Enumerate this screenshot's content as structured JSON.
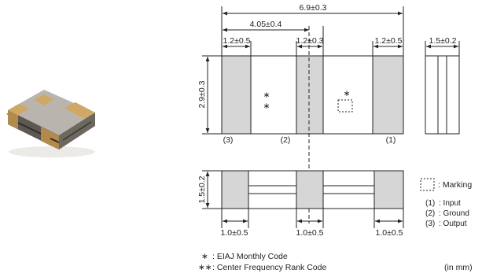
{
  "dimensions": {
    "overall_length": "6.9±0.3",
    "center_offset": "4.05±0.4",
    "electrode_left_width": "1.2±0.5",
    "electrode_center_width": "1.2±0.3",
    "electrode_right_width": "1.2±0.5",
    "side_width": "1.5±0.2",
    "height": "2.9±0.3",
    "thickness": "1.5±0.2",
    "bottom_left": "1.0±0.5",
    "bottom_center": "1.0±0.5",
    "bottom_right": "1.0±0.5"
  },
  "terminal_numbers": {
    "left": "(3)",
    "center": "(2)",
    "right": "(1)"
  },
  "marks": {
    "monthly": "∗",
    "rank_upper": "∗",
    "rank_lower": "∗",
    "marking_star": "∗"
  },
  "legend": {
    "marking": ": Marking",
    "items": [
      {
        "id": "(1)",
        "label": ": Input"
      },
      {
        "id": "(2)",
        "label": ": Ground"
      },
      {
        "id": "(3)",
        "label": ": Output"
      }
    ]
  },
  "notes": {
    "monthly_symbol": "∗",
    "monthly_text": ": EIAJ Monthly Code",
    "rank_symbol": "∗∗",
    "rank_text": ": Center Frequency Rank Code",
    "units": "(in mm)"
  },
  "colors": {
    "electrode": "#d6d6d6",
    "line": "#222222",
    "photo_gold": "#c9a468",
    "photo_body": "#8f8a84"
  }
}
